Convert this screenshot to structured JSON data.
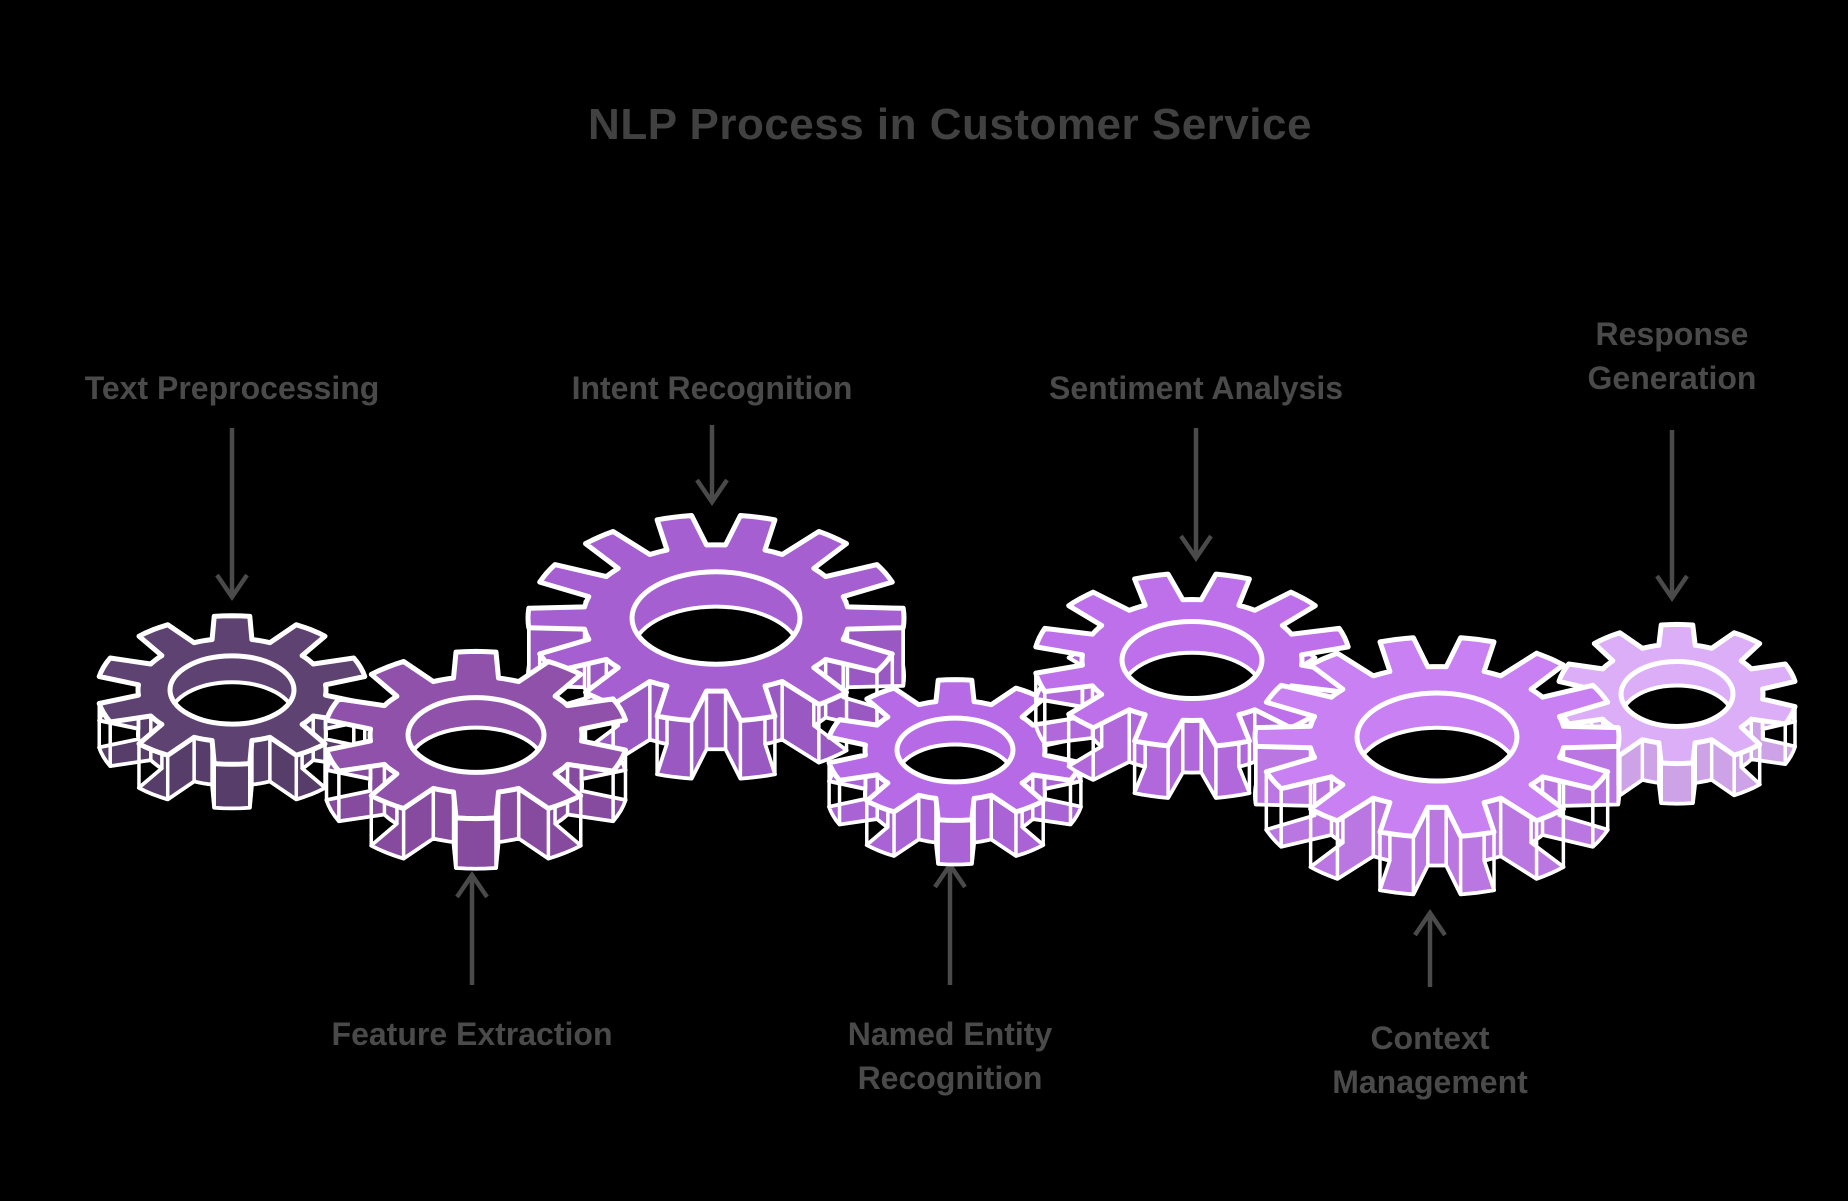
{
  "title": {
    "text": "NLP Process in Customer Service",
    "color": "#414141"
  },
  "background_color": "#000000",
  "label_color": "#4a4a4a",
  "arrow_color": "#4a4a4a",
  "outline_color": "#ffffff",
  "stages": [
    {
      "id": "text-preprocessing",
      "label": "Text Preprocessing",
      "gear_color": "#5e4372",
      "label_position": "top"
    },
    {
      "id": "feature-extraction",
      "label": "Feature Extraction",
      "gear_color": "#9051ab",
      "label_position": "bottom"
    },
    {
      "id": "intent-recognition",
      "label": "Intent Recognition",
      "gear_color": "#a55fd1",
      "label_position": "top"
    },
    {
      "id": "named-entity-recognition",
      "label": "Named Entity Recognition",
      "gear_color": "#b76ae5",
      "label_position": "bottom"
    },
    {
      "id": "sentiment-analysis",
      "label": "Sentiment Analysis",
      "gear_color": "#bd70ea",
      "label_position": "top"
    },
    {
      "id": "context-management",
      "label": "Context Management",
      "gear_color": "#c980f2",
      "label_position": "bottom"
    },
    {
      "id": "response-generation",
      "label": "Response Generation",
      "gear_color": "#dcaef8",
      "label_position": "top"
    }
  ]
}
